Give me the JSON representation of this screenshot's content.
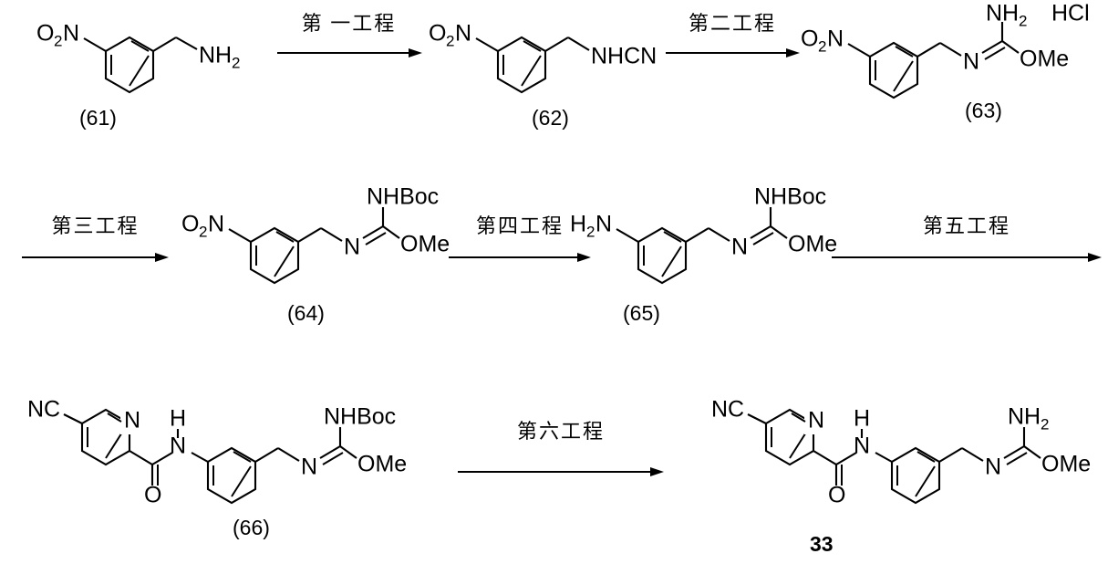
{
  "document": {
    "type": "chemical-reaction-scheme",
    "language": "ja",
    "description": "Six-step synthesis scheme from 3-nitrobenzylamine (61) to final compound 33"
  },
  "steps": [
    {
      "id": "step-1",
      "label": "第 一工程"
    },
    {
      "id": "step-2",
      "label": "第二工程"
    },
    {
      "id": "step-3",
      "label": "第三工程"
    },
    {
      "id": "step-4",
      "label": "第四工程"
    },
    {
      "id": "step-5",
      "label": "第五工程"
    },
    {
      "id": "step-6",
      "label": "第六工程"
    }
  ],
  "compounds": [
    {
      "id": "compound-61",
      "number": "(61)",
      "labels": {
        "left": "O",
        "left_sub": "2",
        "left_tail": "N",
        "right": "NH",
        "right_sub": "2"
      }
    },
    {
      "id": "compound-62",
      "number": "(62)",
      "labels": {
        "left": "O",
        "left_sub": "2",
        "left_tail": "N",
        "right": "NHCN"
      }
    },
    {
      "id": "compound-63",
      "number": "(63)",
      "labels": {
        "left": "O",
        "left_sub": "2",
        "left_tail": "N",
        "top": "NH",
        "top_sub": "2",
        "imine": "N",
        "ome": "OMe",
        "salt": "HCl"
      }
    },
    {
      "id": "compound-64",
      "number": "(64)",
      "labels": {
        "left": "O",
        "left_sub": "2",
        "left_tail": "N",
        "top": "NHBoc",
        "imine": "N",
        "ome": "OMe"
      }
    },
    {
      "id": "compound-65",
      "number": "(65)",
      "labels": {
        "left": "H",
        "left_sub": "2",
        "left_tail": "N",
        "top": "NHBoc",
        "imine": "N",
        "ome": "OMe"
      }
    },
    {
      "id": "compound-66",
      "number": "(66)",
      "labels": {
        "nitrile": "NC",
        "pyridine_n": "N",
        "amide_h": "H",
        "amide_n": "N",
        "carbonyl_o": "O",
        "top": "NHBoc",
        "imine": "N",
        "ome": "OMe"
      }
    },
    {
      "id": "compound-33",
      "number": "33",
      "bold": true,
      "labels": {
        "nitrile": "NC",
        "pyridine_n": "N",
        "amide_h": "H",
        "amide_n": "N",
        "carbonyl_o": "O",
        "top": "NH",
        "top_sub": "2",
        "imine": "N",
        "ome": "OMe"
      }
    }
  ],
  "colors": {
    "ink": "#000000",
    "background": "#ffffff"
  }
}
